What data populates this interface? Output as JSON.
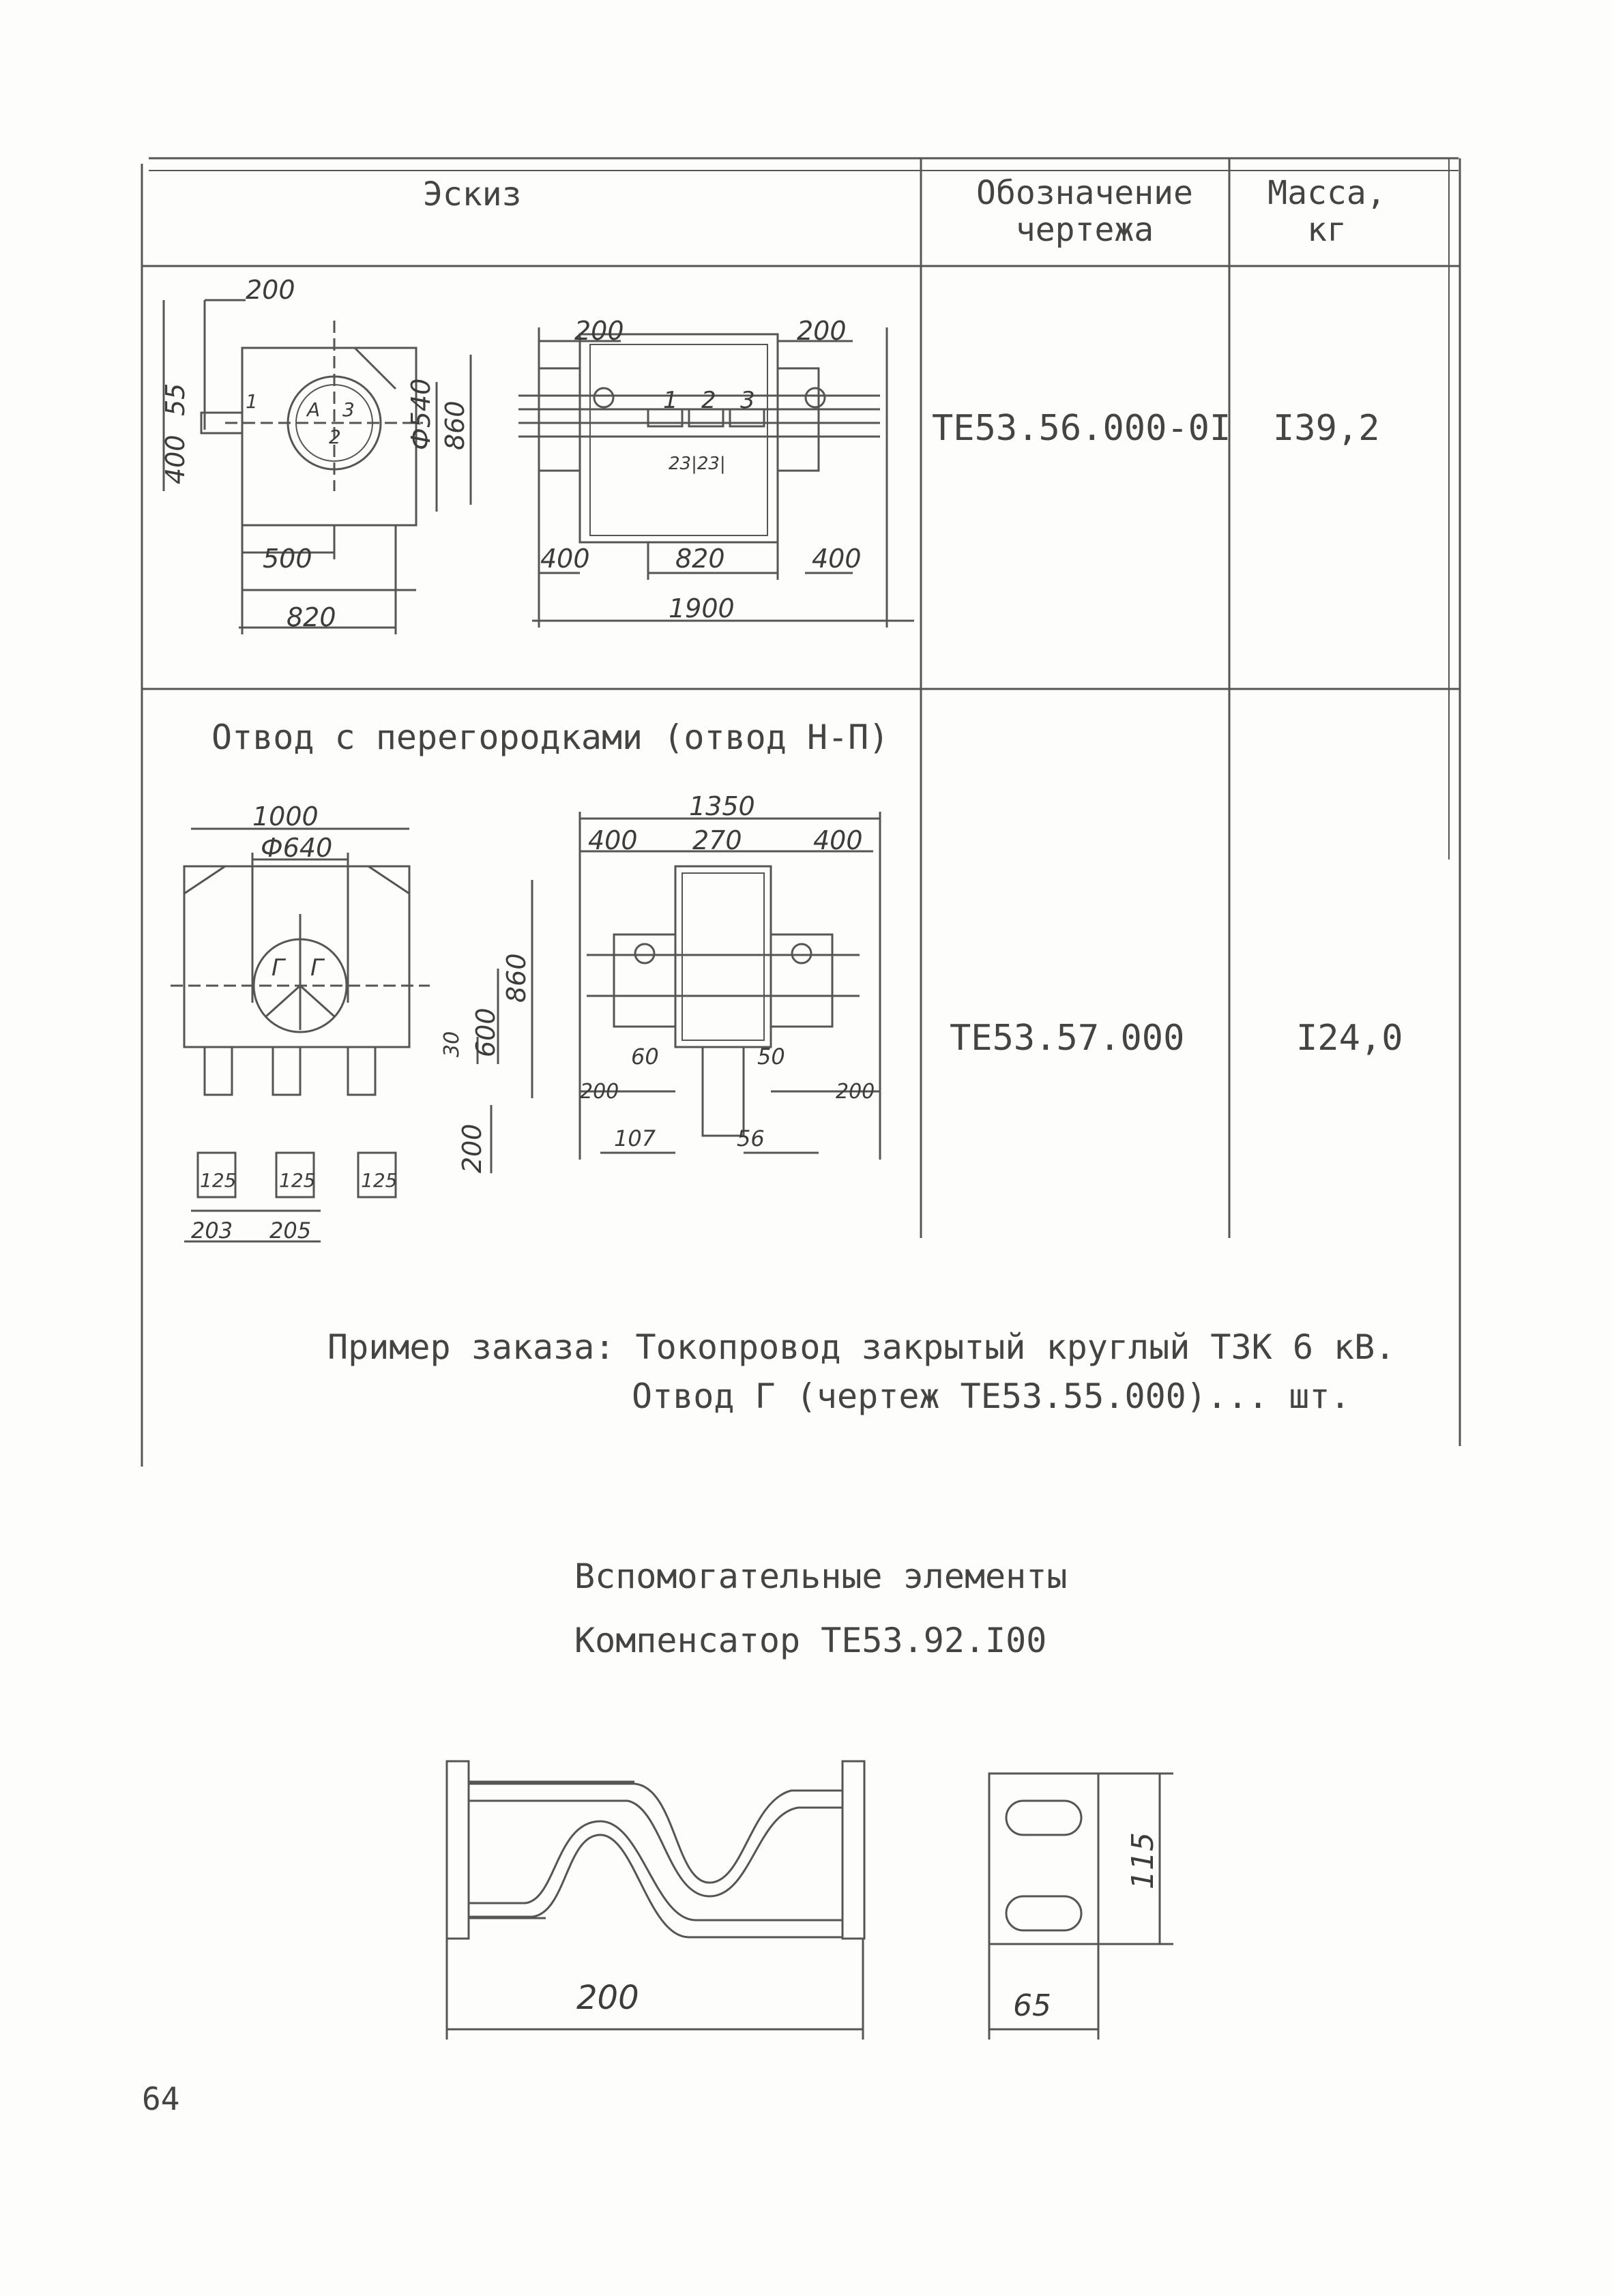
{
  "table": {
    "headers": {
      "sketch": "Эскиз",
      "drawing_line1": "Обозначение",
      "drawing_line2": "чертежа",
      "mass_line1": "Масса,",
      "mass_line2": "кг"
    },
    "rows": [
      {
        "title": "",
        "designation": "ТЕ53.56.000-0I",
        "mass": "I39,2",
        "dims": {
          "d1": "200",
          "d2": "55",
          "d3": "400",
          "d4": "Ф540",
          "d5": "860",
          "d6": "500",
          "d7": "820",
          "d8": "200",
          "d9": "200",
          "d10": "400",
          "d11": "820",
          "d12": "400",
          "d13": "1900",
          "p1": "1",
          "p2": "2",
          "p3": "3",
          "pa": "А",
          "pb": "3",
          "pc": "2",
          "pd": "23|23|",
          "ph": "1"
        }
      },
      {
        "title": "Отвод с перегородками (отвод Н-П)",
        "designation": "ТЕ53.57.000",
        "mass": "I24,0",
        "dims": {
          "e1": "1000",
          "e2": "Ф640",
          "e3": "860",
          "e4": "600",
          "e5": "30",
          "e6": "200",
          "e7": "125",
          "e8": "125",
          "e9": "125",
          "e10": "203",
          "e11": "205",
          "f1": "1350",
          "f2": "400",
          "f3": "270",
          "f4": "400",
          "f5": "60",
          "f6": "50",
          "f7": "200",
          "f8": "200",
          "f9": "107",
          "f10": "56",
          "g1": "Г",
          "g2": "Г"
        }
      }
    ]
  },
  "order_example": {
    "line1": "Пример заказа: Токопровод закрытый круглый ТЗК 6 кВ.",
    "line2": "Отвод Г (чертеж ТЕ53.55.000)...   шт."
  },
  "aux": {
    "title": "Вспомогательные элементы",
    "compensator": "Компенсатор ТЕ53.92.I00",
    "dim_length": "200",
    "dim_width": "65",
    "dim_height": "115"
  },
  "page_number": "64"
}
